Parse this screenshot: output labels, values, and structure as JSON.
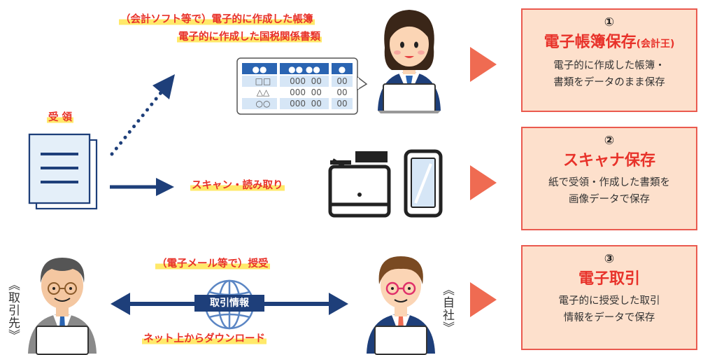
{
  "top_caption_line1": "（会計ソフト等で）電子的に作成した帳簿",
  "top_caption_line2": "電子的に作成した国税関係書類",
  "received_label": "受 領",
  "scan_label": "スキャン・読み取り",
  "email_caption": "（電子メール等で）授受",
  "download_caption": "ネット上からダウンロード",
  "transaction_info_label": "取引情報",
  "partner_label": "《取引先》",
  "own_company_label": "《自社》",
  "table_rows": [
    [
      "□□",
      "000  00",
      "00"
    ],
    [
      "△△",
      "000  00",
      "00"
    ],
    [
      "○○",
      "000  00",
      "00"
    ]
  ],
  "panels": [
    {
      "number": "①",
      "title": "電子帳簿保存",
      "title_suffix": "(会計王)",
      "desc_line1": "電子的に作成した帳簿・",
      "desc_line2": "書類をデータのまま保存"
    },
    {
      "number": "②",
      "title": "スキャナ保存",
      "title_suffix": "",
      "desc_line1": "紙で受領・作成した書類を",
      "desc_line2": "画像データで保存"
    },
    {
      "number": "③",
      "title": "電子取引",
      "title_suffix": "",
      "desc_line1": "電子的に授受した取引",
      "desc_line2": "情報をデータで保存"
    }
  ],
  "colors": {
    "accent_red": "#e8322a",
    "navy": "#1e3f7a",
    "panel_bg": "#fde0cc",
    "arrow_orange": "#ef6b52",
    "highlight": "#ffe96a"
  }
}
